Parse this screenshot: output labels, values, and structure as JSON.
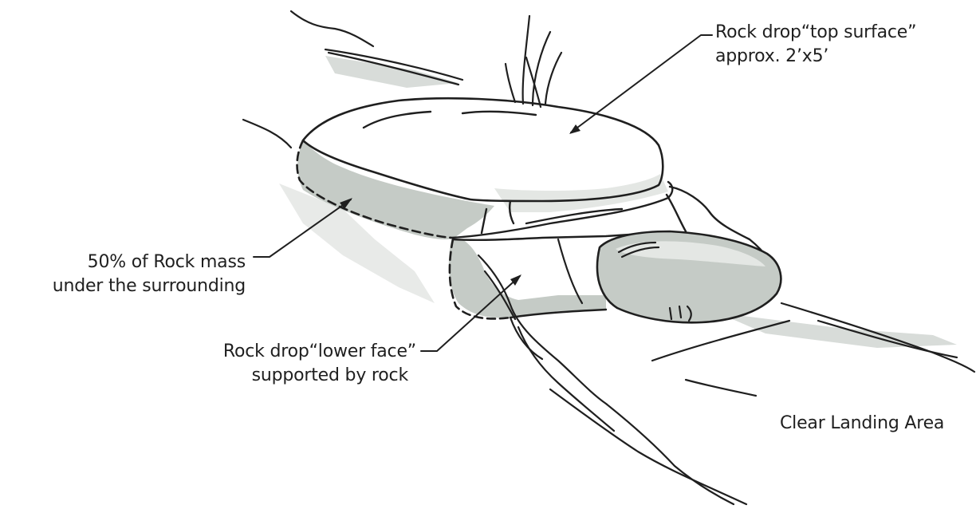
{
  "labels": {
    "top_surface": {
      "line1": "Rock drop“top surface”",
      "line2": "approx. 2’x5’"
    },
    "rock_mass": {
      "line1": "50% of Rock mass",
      "line2": "under the surrounding"
    },
    "lower_face": {
      "line1": "Rock drop“lower face”",
      "line2": "supported by rock"
    },
    "landing": {
      "line1": "Clear Landing Area"
    }
  },
  "colors": {
    "ink": "#1f1f1f",
    "rock_fill": "#c5cbc6",
    "rock_light": "#e4e7e4",
    "background": "#ffffff"
  }
}
